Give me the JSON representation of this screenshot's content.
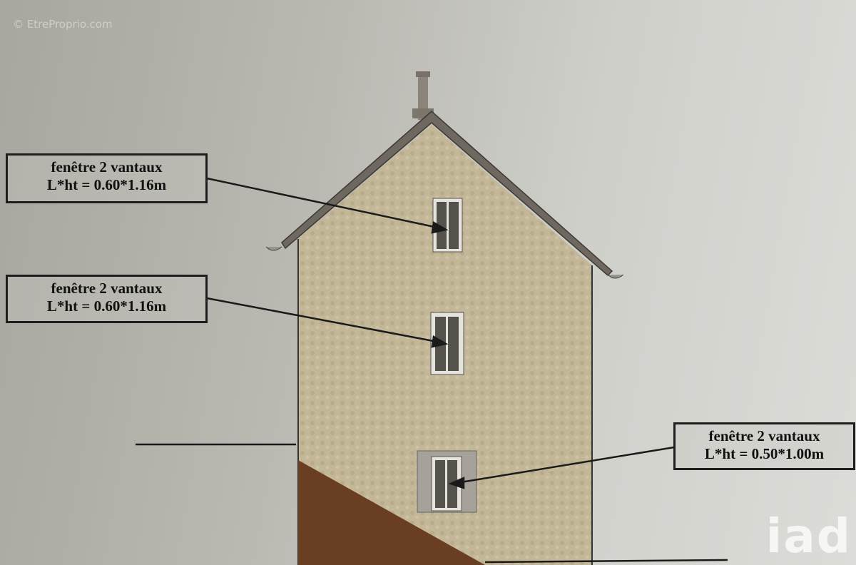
{
  "watermark": "© EtreProprio.com",
  "logo": "iad",
  "labels": [
    {
      "title": "fenêtre 2 vantaux",
      "dims": "L*ht = 0.60*1.16m"
    },
    {
      "title": "fenêtre 2 vantaux",
      "dims": "L*ht = 0.60*1.16m"
    },
    {
      "title": "fenêtre 2 vantaux",
      "dims": "L*ht = 0.50*1.00m"
    }
  ],
  "colors": {
    "wall": "#c4b89a",
    "roof": "#6e6860",
    "ground": "#6a3e22",
    "window": "#55524c"
  }
}
